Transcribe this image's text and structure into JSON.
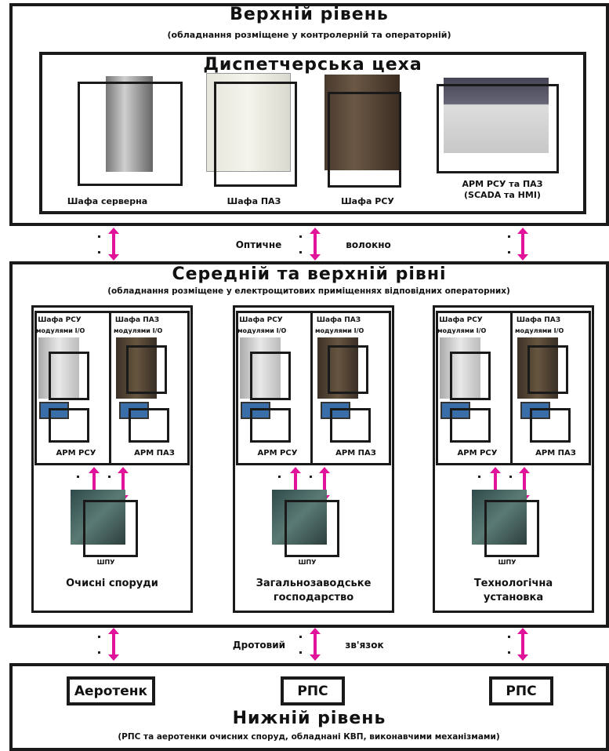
{
  "top_level": {
    "title": "Верхній рівень",
    "subtitle": "(обладнання розміщене у контролерній та операторній)",
    "control_room": {
      "title": "Диспетчерська цеха",
      "items": [
        {
          "label": "Шафа серверна"
        },
        {
          "label": "Шафа ПАЗ"
        },
        {
          "label": "Шафа РСУ"
        },
        {
          "label_line1": "АРМ РСУ та ПАЗ",
          "label_line2": "(SCADA та HMI)"
        }
      ]
    }
  },
  "link_top": {
    "left": "Оптичне",
    "right": "волокно"
  },
  "middle_level": {
    "title": "Середній та верхній рівні",
    "subtitle": "(обладнання розміщене у електрощитових приміщеннях відповідних операторних)",
    "sites": [
      {
        "cab_rsu": "Шафа РСУ",
        "cab_rsu_sub": "модулями I/O",
        "cab_paz": "Шафа ПАЗ",
        "cab_paz_sub": "модулями I/O",
        "arm_rsu": "АРМ РСУ",
        "arm_paz": "АРМ ПАЗ",
        "shu": "ШПУ",
        "name_line1": "Очисні споруди",
        "name_line2": ""
      },
      {
        "cab_rsu": "Шафа РСУ",
        "cab_rsu_sub": "модулями I/O",
        "cab_paz": "Шафа ПАЗ",
        "cab_paz_sub": "модулями I/O",
        "arm_rsu": "АРМ РСУ",
        "arm_paz": "АРМ ПАЗ",
        "shu": "ШПУ",
        "name_line1": "Загальнозаводське",
        "name_line2": "господарство"
      },
      {
        "cab_rsu": "Шафа РСУ",
        "cab_rsu_sub": "модулями I/O",
        "cab_paz": "Шафа ПАЗ",
        "cab_paz_sub": "модулями I/O",
        "arm_rsu": "АРМ РСУ",
        "arm_paz": "АРМ ПАЗ",
        "shu": "ШПУ",
        "name_line1": "Технологічна",
        "name_line2": "установка"
      }
    ]
  },
  "link_bottom": {
    "left": "Дротовий",
    "right": "зв'язок"
  },
  "bottom_level": {
    "boxes": [
      "Аеротенк",
      "РПС",
      "РПС"
    ],
    "title": "Нижній рівень",
    "subtitle": "(РПС та аеротенки очисних споруд, обладнані КВП, виконавчими механізмами)"
  },
  "colors": {
    "link": "#e0139a",
    "border": "#1a1a1a"
  }
}
